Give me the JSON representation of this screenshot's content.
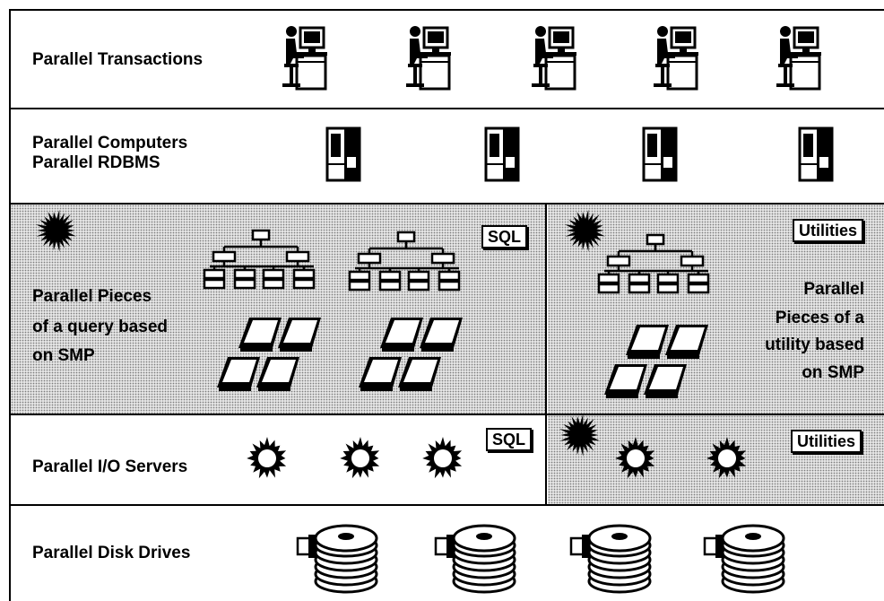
{
  "rows": {
    "transactions": {
      "label": "Parallel Transactions",
      "icon": "user-workstation-icon",
      "count": 5
    },
    "computers": {
      "label_line1": "Parallel Computers",
      "label_line2": "Parallel RDBMS",
      "icon": "server-tower-icon",
      "count": 4
    },
    "query": {
      "left": {
        "tag": "SQL",
        "label_line1": "Parallel Pieces",
        "label_line2": "of a query based",
        "label_line3": "on SMP"
      },
      "right": {
        "tag": "Utilities",
        "label_line1": "Parallel",
        "label_line2": "Pieces of a",
        "label_line3": "utility based",
        "label_line4": "on SMP"
      }
    },
    "io": {
      "label": "Parallel I/O Servers",
      "left_tag": "SQL",
      "right_tag": "Utilities"
    },
    "disks": {
      "label": "Parallel Disk Drives",
      "icon": "disk-stack-icon",
      "count": 4
    }
  }
}
